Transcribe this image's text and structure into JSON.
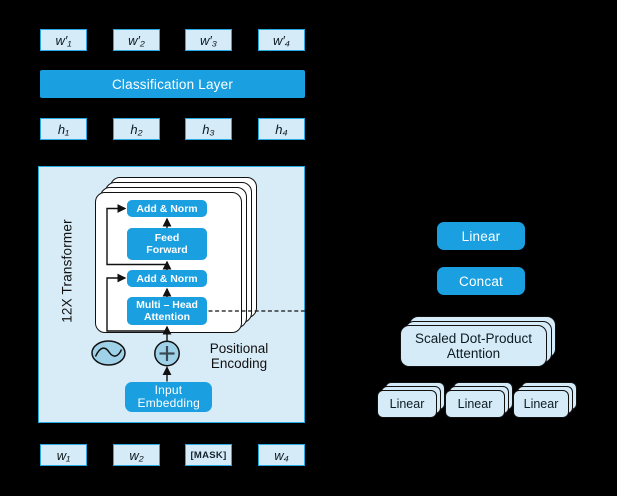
{
  "colors": {
    "background": "#000000",
    "accent_blue": "#1A9FE0",
    "light_fill": "#D6EBF8",
    "border_blue": "#29ABE2",
    "panel_fill": "#D8ECF8",
    "node_fill": "#9FD2E8",
    "ink": "#111111",
    "white": "#FFFFFF"
  },
  "output_tokens": [
    "w′₁",
    "w′₂",
    "w′₃",
    "w′₄"
  ],
  "classification_layer_label": "Classification Layer",
  "hidden_tokens": [
    "h₁",
    "h₂",
    "h₃",
    "h₄"
  ],
  "transformer": {
    "side_label": "12X Transformer",
    "blocks": {
      "add_norm_top": "Add & Norm",
      "feed_forward": "Feed Forward",
      "add_norm_bottom": "Add & Norm",
      "multi_head_attention": "Multi – Head Attention"
    },
    "positional_encoding_label": "Positional Encoding",
    "input_embedding_label": "Input Embedding"
  },
  "input_tokens": [
    "w₁",
    "w₂",
    "[MASK]",
    "w₄"
  ],
  "attention_detail": {
    "linear_label": "Linear",
    "concat_label": "Concat",
    "sdpa_label": "Scaled Dot-Product Attention",
    "head_linears": [
      "Linear",
      "Linear",
      "Linear"
    ]
  }
}
